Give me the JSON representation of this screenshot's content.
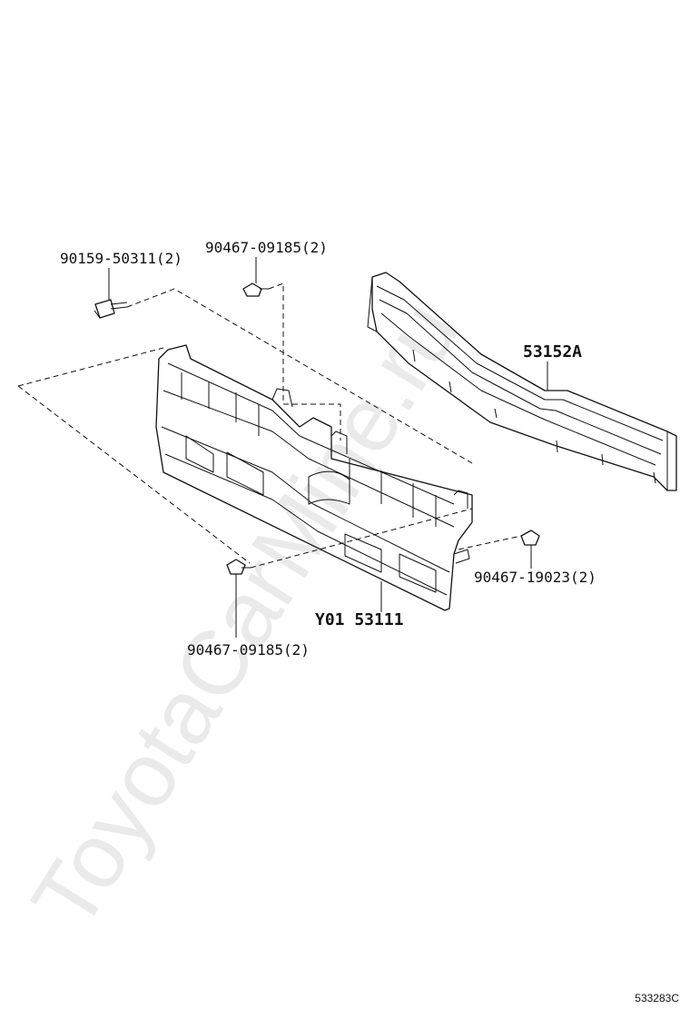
{
  "watermark": "ToyotaCarMine.ru",
  "callouts": {
    "bolt_top_left": "90159-50311(2)",
    "clip_top": "90467-09185(2)",
    "garnish": "53152A",
    "clip_right": "90467-19023(2)",
    "grille": "Y01 53111",
    "clip_bottom": "90467-09185(2)"
  },
  "drawing_id": "533283C"
}
